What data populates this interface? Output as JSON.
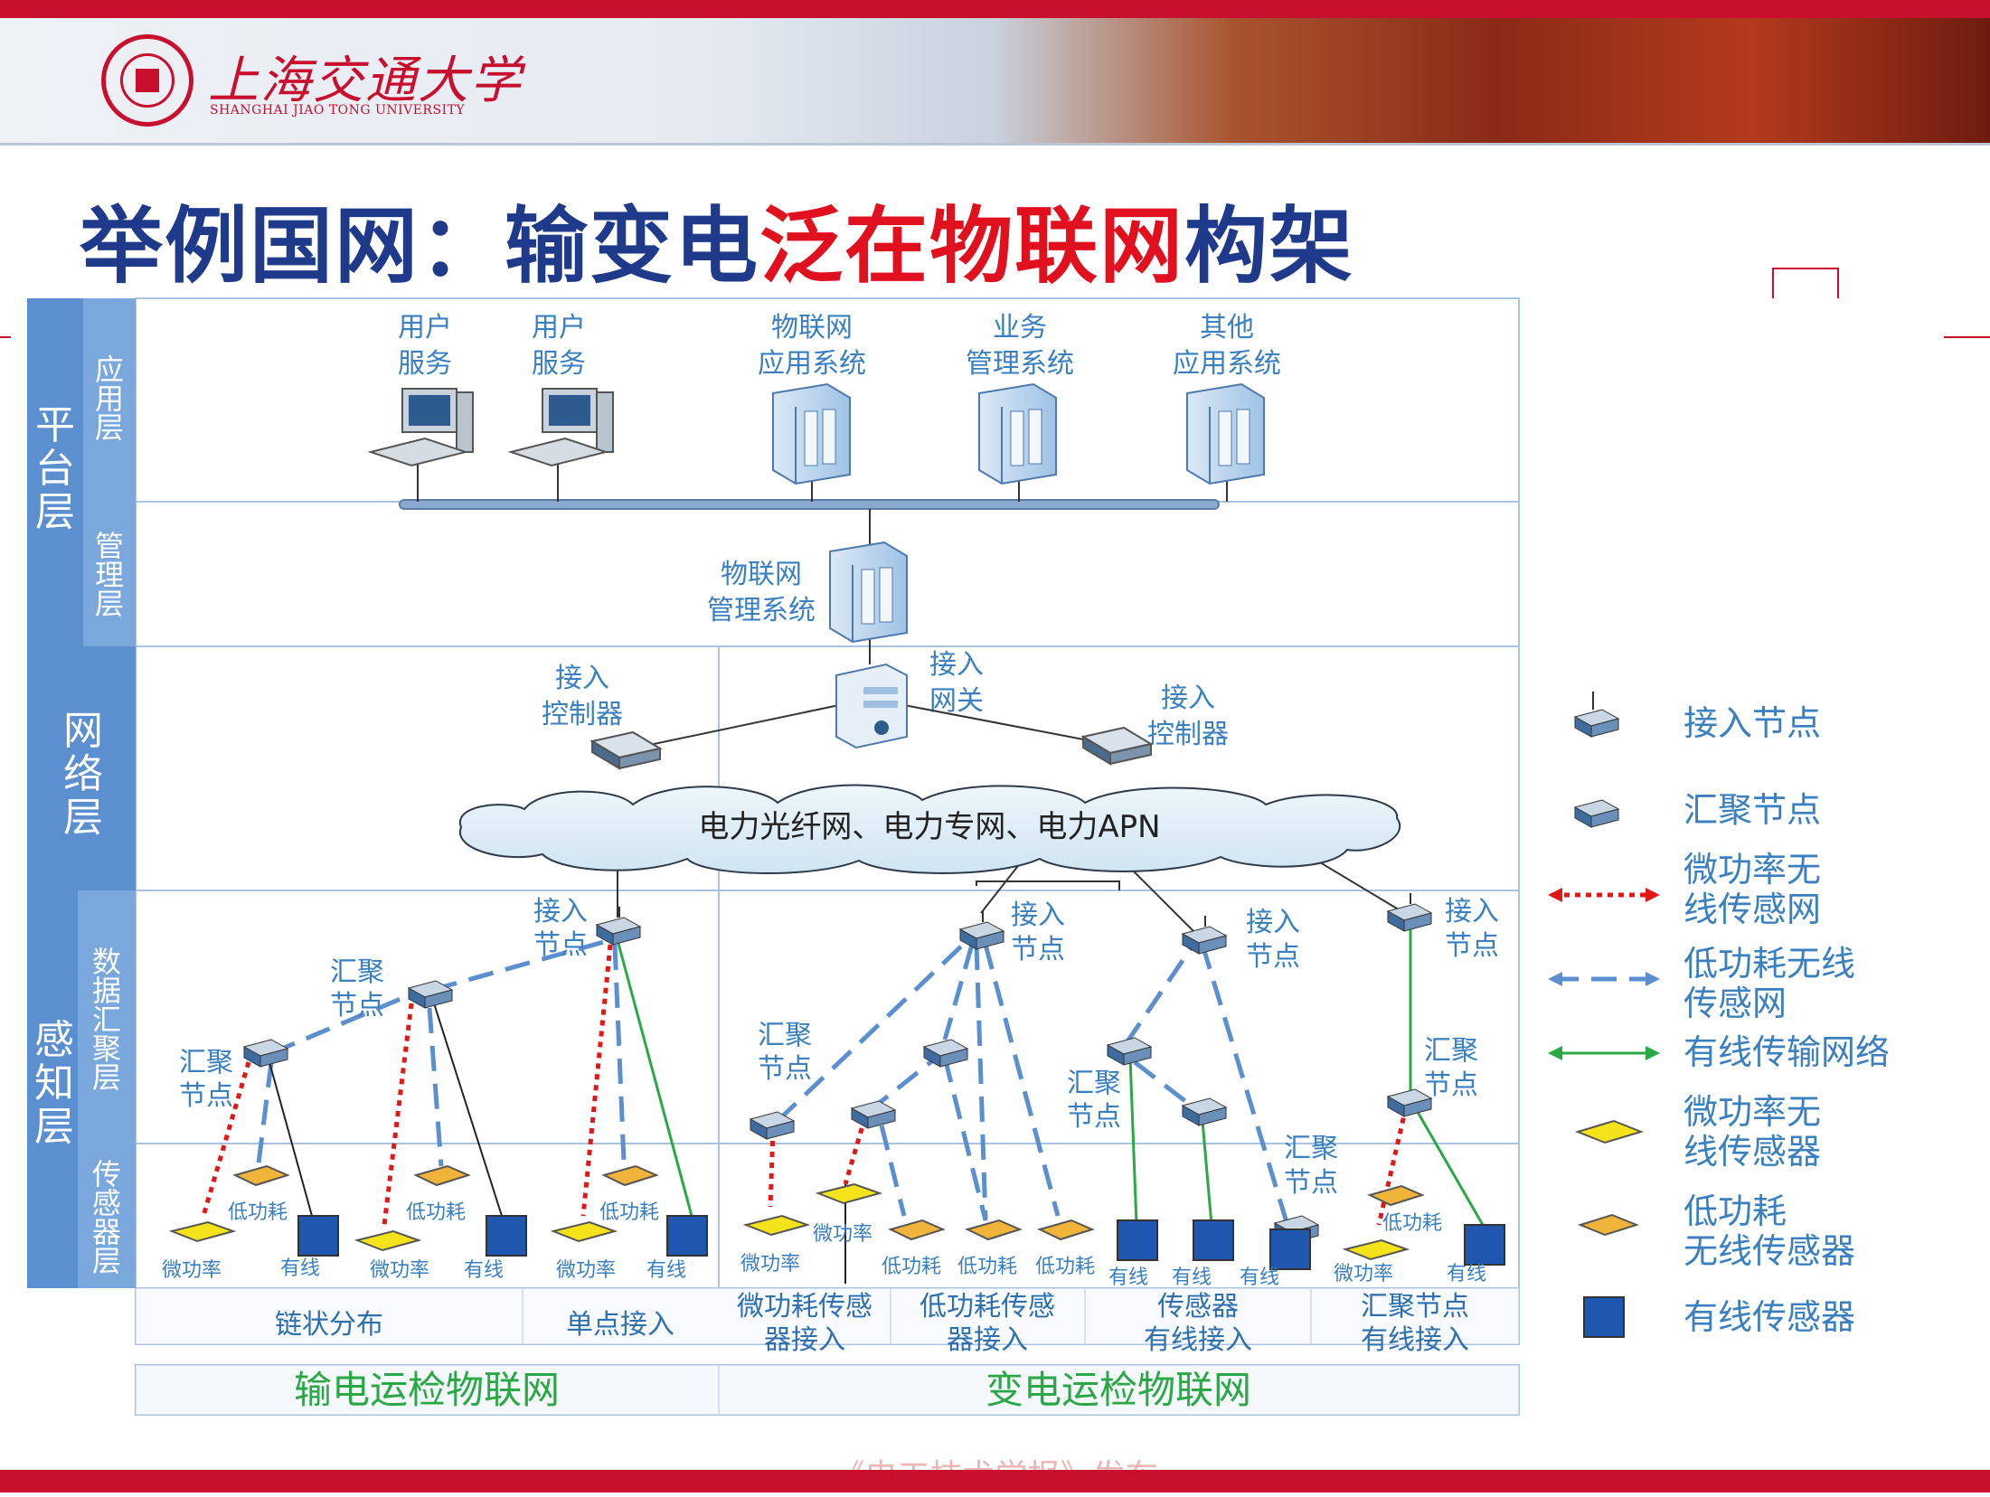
{
  "header": {
    "university_cn": "上海交通大学",
    "university_en": "SHANGHAI JIAO TONG UNIVERSITY"
  },
  "title": {
    "part1": "举例国网：输变电",
    "part2": "泛在物联网",
    "part3": "构架"
  },
  "footer": {
    "text": "《电工技术学报》发布"
  },
  "diagram": {
    "layers": {
      "platform": "平台层",
      "application": "应用层",
      "management": "管理层",
      "network": "网络层",
      "perception": "感知层",
      "data_aggregation": "数据汇聚层",
      "sensor": "传感器层"
    },
    "apps": [
      {
        "line1": "用户",
        "line2": "服务"
      },
      {
        "line1": "用户",
        "line2": "服务"
      },
      {
        "line1": "物联网",
        "line2": "应用系统"
      },
      {
        "line1": "业务",
        "line2": "管理系统"
      },
      {
        "line1": "其他",
        "line2": "应用系统"
      }
    ],
    "mgmt": {
      "line1": "物联网",
      "line2": "管理系统"
    },
    "gateway": {
      "line1": "接入",
      "line2": "网关"
    },
    "controllers": [
      {
        "line1": "接入",
        "line2": "控制器"
      },
      {
        "line1": "接入",
        "line2": "控制器"
      }
    ],
    "cloud": "电力光纤网、电力专网、电力APN",
    "access_node": {
      "line1": "接入",
      "line2": "节点"
    },
    "agg_node": {
      "line1": "汇聚",
      "line2": "节点"
    },
    "sensors": {
      "micro": "微功率",
      "low": "低功耗",
      "wired": "有线"
    },
    "bottom_row1": [
      "链状分布",
      "单点接入",
      "微功耗传感",
      "器接入",
      "低功耗传感",
      "器接入",
      "传感器",
      "有线接入",
      "汇聚节点",
      "有线接入"
    ],
    "bottom_row2": [
      "输电运检物联网",
      "变电运检物联网"
    ]
  },
  "legend": {
    "items": [
      {
        "line1": "接入节点",
        "line2": ""
      },
      {
        "line1": "汇聚节点",
        "line2": ""
      },
      {
        "line1": "微功率无",
        "line2": "线传感网"
      },
      {
        "line1": "低功耗无线",
        "line2": "传感网"
      },
      {
        "line1": "有线传输网络",
        "line2": ""
      },
      {
        "line1": "微功率无",
        "line2": "线传感器"
      },
      {
        "line1": "低功耗",
        "line2": "无线传感器"
      },
      {
        "line1": "有线传感器",
        "line2": ""
      }
    ]
  },
  "colors": {
    "brand_red": "#c8102e",
    "title_blue": "#1f3a8a",
    "highlight_red": "#e0101e",
    "layer_blue": "#5b8fd0",
    "label_blue": "#3a7fc0",
    "wired_green": "#2aa845",
    "micro_red": "#e01818",
    "low_dash_blue": "#5b8fd0"
  }
}
